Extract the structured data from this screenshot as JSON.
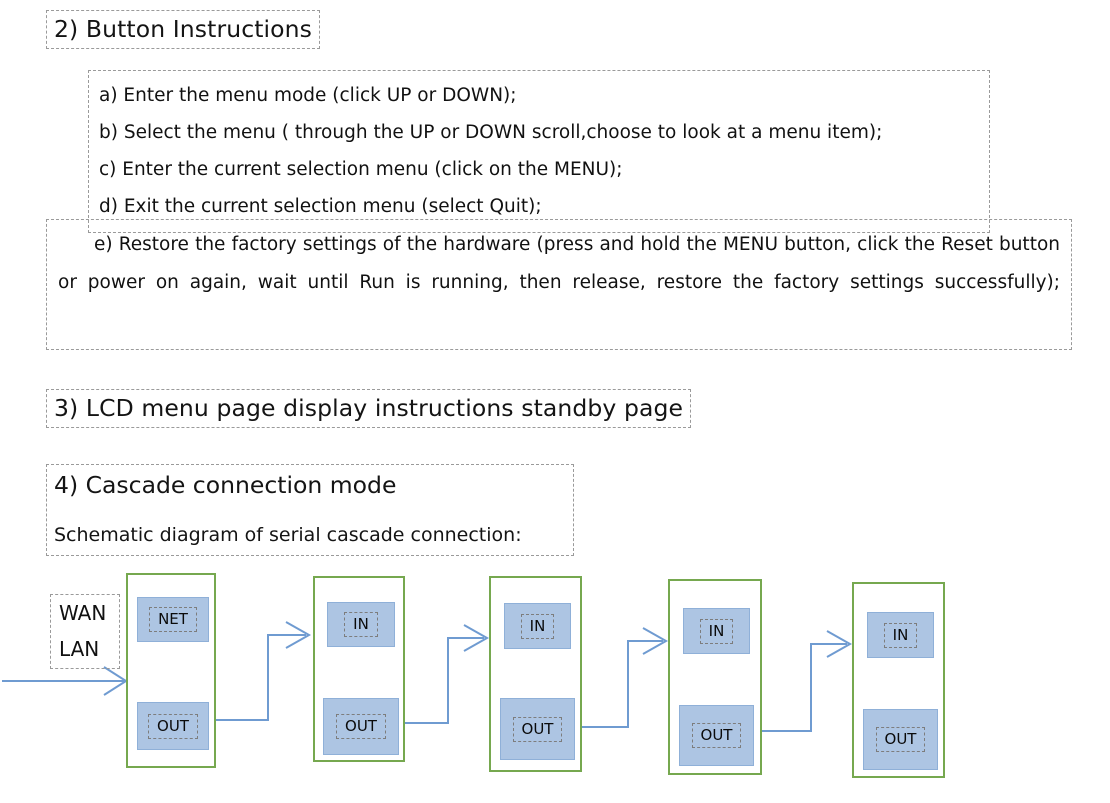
{
  "sections": {
    "button_instructions": {
      "heading": "2)  Button Instructions",
      "items": [
        "a) Enter the menu mode (click UP or DOWN);",
        "b) Select the menu ( through the UP or DOWN scroll,choose to look at a menu item);",
        "c) Enter the current selection menu (click on the MENU);",
        "d) Exit the current selection menu (select Quit);"
      ],
      "paragraph": "e) Restore the factory settings of the hardware (press and hold the MENU button, click the Reset button or power on again, wait until Run is running, then release, restore the factory settings successfully);"
    },
    "lcd_menu": {
      "heading": "3)  LCD menu page display instructions standby page"
    },
    "cascade": {
      "heading": "4)  Cascade connection mode",
      "subtitle": "Schematic diagram of serial cascade connection:"
    }
  },
  "diagram": {
    "source": {
      "lines": [
        "WAN",
        "LAN"
      ]
    },
    "devices": [
      {
        "top_port": "NET",
        "bottom_port": "OUT"
      },
      {
        "top_port": "IN",
        "bottom_port": "OUT"
      },
      {
        "top_port": "IN",
        "bottom_port": "OUT"
      },
      {
        "top_port": "IN",
        "bottom_port": "OUT"
      },
      {
        "top_port": "IN",
        "bottom_port": "OUT"
      }
    ]
  },
  "colors": {
    "device_border": "#76a84f",
    "port_fill": "#adc5e3",
    "connector": "#6f9bd1",
    "dashed_frame": "#9a9a9a"
  }
}
